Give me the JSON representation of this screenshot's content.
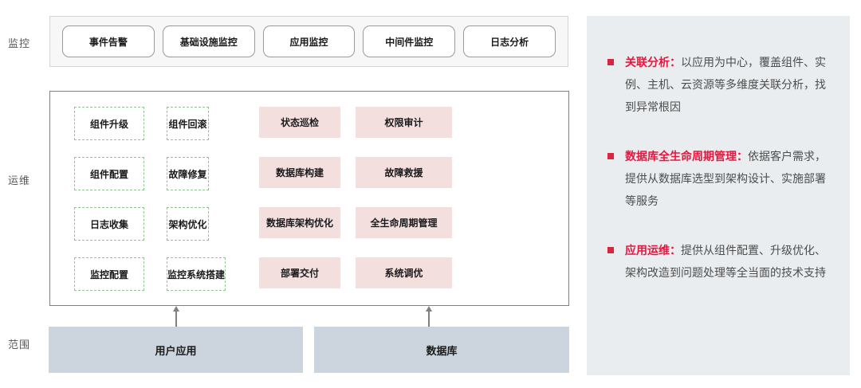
{
  "rows": {
    "monitor_label": "监控",
    "ops_label": "运维",
    "scope_label": "范围"
  },
  "monitor": {
    "chips": [
      {
        "label": "事件告警"
      },
      {
        "label": "基础设施监控"
      },
      {
        "label": "应用监控"
      },
      {
        "label": "中间件监控"
      },
      {
        "label": "日志分析"
      }
    ]
  },
  "ops": {
    "green_items": [
      {
        "label": "组件升级"
      },
      {
        "label": "组件回滚"
      },
      {
        "label": "组件配置"
      },
      {
        "label": "故障修复"
      },
      {
        "label": "日志收集"
      },
      {
        "label": "架构优化"
      },
      {
        "label": "监控配置"
      },
      {
        "label": "监控系统搭建"
      }
    ],
    "pink_items": [
      {
        "label": "状态巡检"
      },
      {
        "label": "权限审计"
      },
      {
        "label": "数据库构建"
      },
      {
        "label": "故障救援"
      },
      {
        "label": "数据库架构优化"
      },
      {
        "label": "全生命周期管理"
      },
      {
        "label": "部署交付"
      },
      {
        "label": "系统调优"
      }
    ]
  },
  "scope": {
    "boxes": [
      {
        "label": "用户应用"
      },
      {
        "label": "数据库"
      }
    ]
  },
  "notes": [
    {
      "term": "关联分析：",
      "body": "以应用为中心，覆盖组件、实例、主机、云资源等多维度关联分析，找到异常根因"
    },
    {
      "term": "数据库全生命周期管理：",
      "body": "依据客户需求，提供从数据库选型到架构设计、实施部署等服务"
    },
    {
      "term": "应用运维：",
      "body": "提供从组件配置、升级优化、架构改造到问题处理等全当面的技术支持"
    }
  ],
  "colors": {
    "accent_red": "#e5173f",
    "bullet_red": "#d7263d",
    "pink_fill": "#f4dfdf",
    "green_dash": "#8fc48f",
    "scope_fill": "#ccd5de",
    "panel_bg": "#e9edf0"
  }
}
